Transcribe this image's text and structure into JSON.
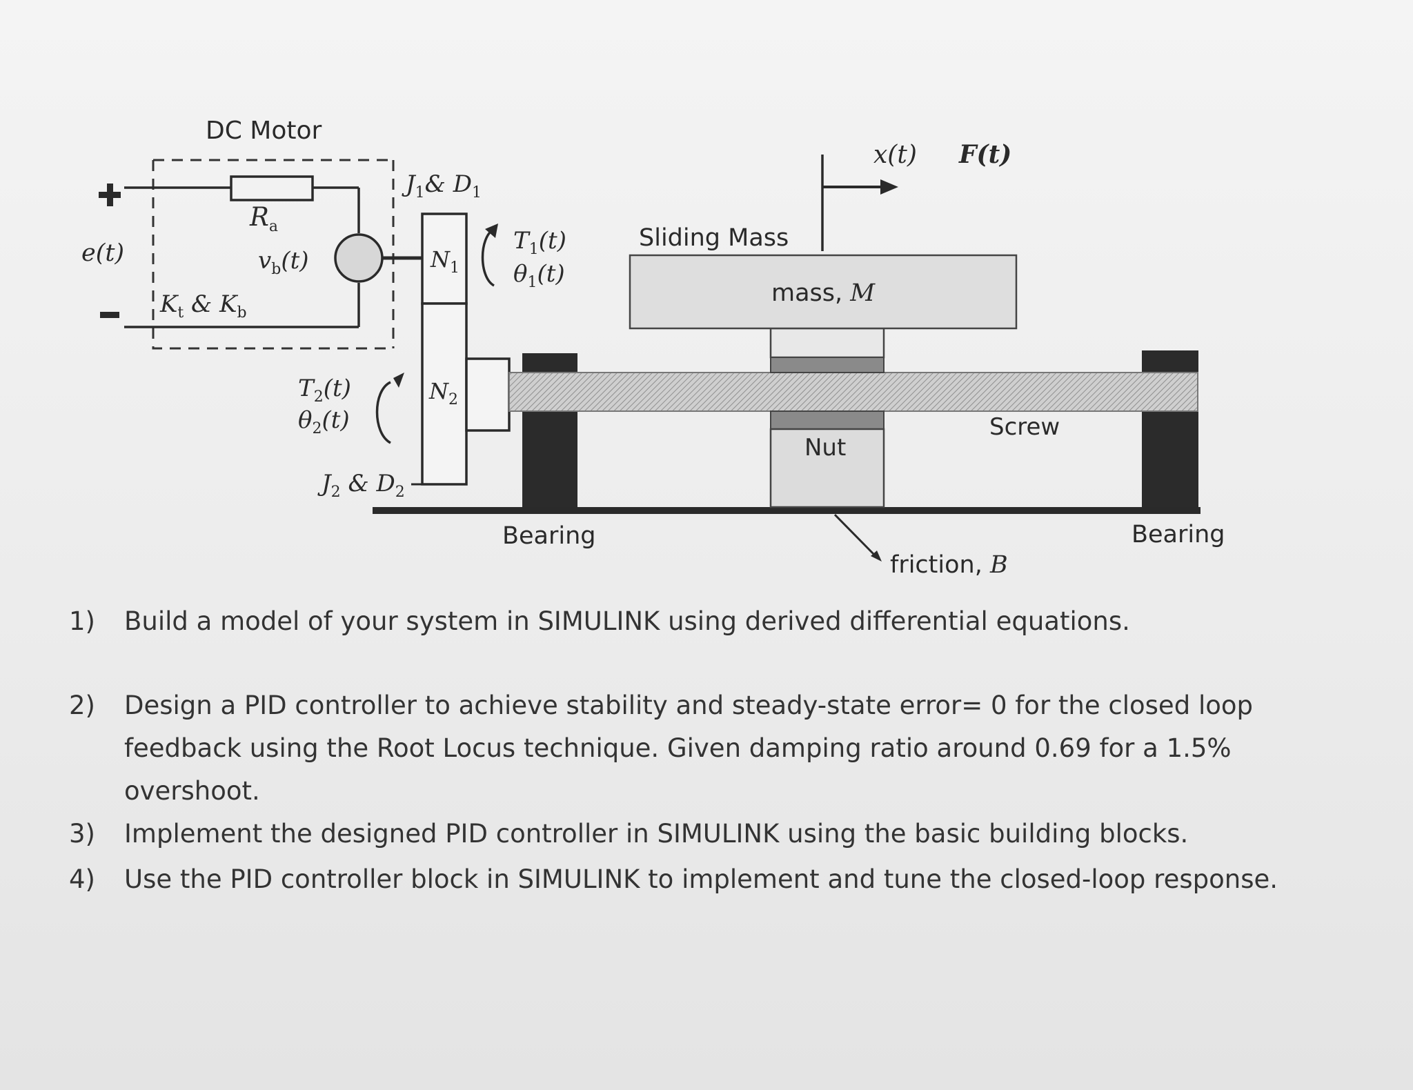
{
  "diagram": {
    "dc_motor_label": "DC Motor",
    "plus_sign": "+",
    "minus_sign": "-",
    "voltage_label": "e(t)",
    "armature_resistance": "R",
    "armature_resistance_sub": "a",
    "back_emf": "v",
    "back_emf_sub": "b",
    "back_emf_arg": "(t)",
    "motor_constants": "K",
    "motor_constants_sub1": "t",
    "motor_constants_mid": " & K",
    "motor_constants_sub2": "b",
    "j1d1": "J",
    "j1d1_sub1": "1",
    "j1d1_mid": "& D",
    "j1d1_sub2": "1",
    "gear1": "N",
    "gear1_sub": "1",
    "gear2": "N",
    "gear2_sub": "2",
    "torque1": "T",
    "torque1_sub": "1",
    "torque1_arg": "(t)",
    "angle1": "θ",
    "angle1_sub": "1",
    "angle1_arg": "(t)",
    "torque2": "T",
    "torque2_sub": "2",
    "torque2_arg": "(t)",
    "angle2": "θ",
    "angle2_sub": "2",
    "angle2_arg": "(t)",
    "j2d2": "J",
    "j2d2_sub1": "2",
    "j2d2_mid": " & D",
    "j2d2_sub2": "2",
    "sliding_mass": "Sliding Mass",
    "mass_label": "mass, ",
    "mass_symbol": "M",
    "displacement": "x(t)",
    "force": "F(t)",
    "screw": "Screw",
    "nut": "Nut",
    "bearing_left": "Bearing",
    "bearing_right": "Bearing",
    "friction_label": "friction, ",
    "friction_symbol": "B"
  },
  "tasks": [
    {
      "num": "1)",
      "text": "Build a model of your system in SIMULINK using derived differential equations."
    },
    {
      "num": "2)",
      "text": "Design a PID controller to achieve stability and steady-state error= 0 for the closed loop feedback using the Root Locus technique. Given damping ratio around 0.69 for a 1.5% overshoot."
    },
    {
      "num": "3)",
      "text": "Implement the designed PID controller in SIMULINK using the basic building blocks."
    },
    {
      "num": "4)",
      "text": "Use the PID controller block in SIMULINK to implement and tune the closed-loop response."
    }
  ]
}
